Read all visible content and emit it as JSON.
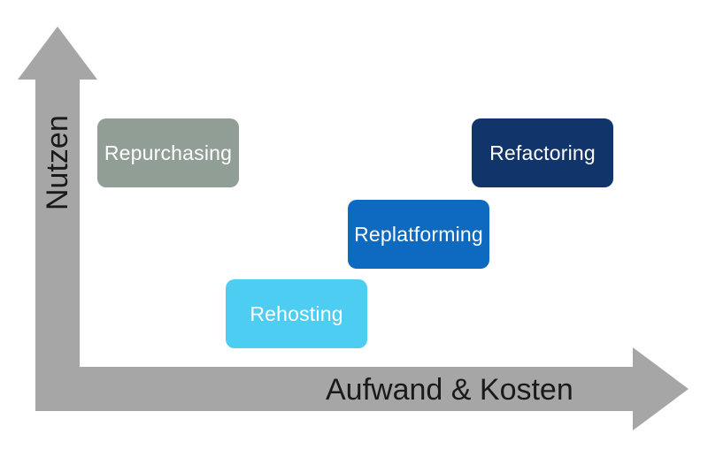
{
  "axes": {
    "y_label": "Nutzen",
    "x_label": "Aufwand & Kosten",
    "color": "#a6a6a6"
  },
  "boxes": [
    {
      "label": "Repurchasing",
      "fill": "#919e96",
      "text_color": "#ffffff"
    },
    {
      "label": "Refactoring",
      "fill": "#11356b",
      "text_color": "#ffffff"
    },
    {
      "label": "Replatforming",
      "fill": "#0d6ac0",
      "text_color": "#ffffff"
    },
    {
      "label": "Rehosting",
      "fill": "#4dcdf2",
      "text_color": "#ffffff"
    }
  ]
}
